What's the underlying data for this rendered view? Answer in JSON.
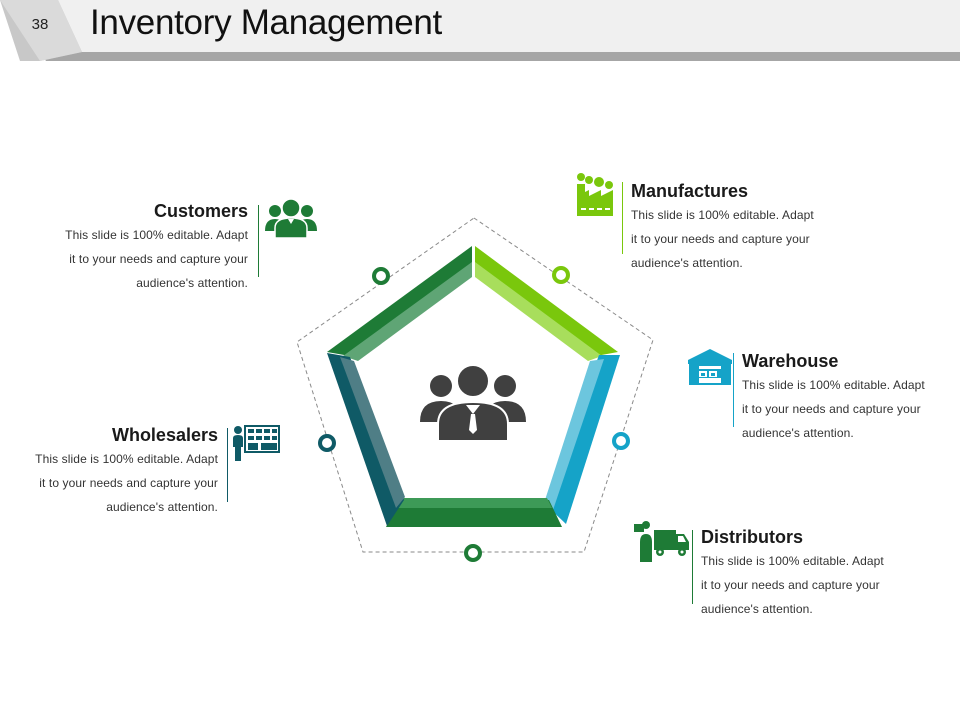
{
  "header": {
    "slide_number": "38",
    "title": "Inventory Management"
  },
  "colors": {
    "green_dark": "#1e7b36",
    "green_light": "#7ac70c",
    "blue": "#15a3c8",
    "teal_dark": "#0f5a66",
    "icon_gray": "#404040"
  },
  "items": [
    {
      "id": "customers",
      "title": "Customers",
      "lines": [
        "This slide is 100% editable. Adapt",
        "it to your needs and capture your",
        "audience's attention."
      ]
    },
    {
      "id": "manufactures",
      "title": "Manufactures",
      "lines": [
        "This slide is 100% editable. Adapt",
        "it to your needs and capture your",
        "audience's attention."
      ]
    },
    {
      "id": "warehouse",
      "title": "Warehouse",
      "lines": [
        "This slide is 100% editable. Adapt",
        "it to your needs and capture your",
        "audience's attention."
      ]
    },
    {
      "id": "wholesalers",
      "title": "Wholesalers",
      "lines": [
        "This slide is 100% editable. Adapt",
        "it to your needs and capture your",
        "audience's attention."
      ]
    },
    {
      "id": "distributors",
      "title": "Distributors",
      "lines": [
        "This slide is 100% editable. Adapt",
        "it to your needs and capture your",
        "audience's attention."
      ]
    }
  ]
}
